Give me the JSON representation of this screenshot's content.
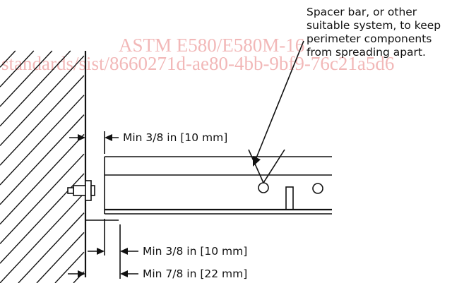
{
  "watermark": {
    "line1": "ASTM E580/E580M-16",
    "line2": "standards/sist/8660271d-ae80-4bb-9bf9-76c21a5d6"
  },
  "callout": {
    "line1": "Spacer bar, or other",
    "line2": "suitable system, to keep",
    "line3": "perimeter components",
    "line4": "from spreading apart."
  },
  "dims": {
    "top": "Min 3/8 in [10 mm]",
    "middle": "Min 3/8 in [10 mm]",
    "bottom": "Min 7/8 in [22 mm]"
  },
  "colors": {
    "line": "#111111",
    "watermark": "#f2b8b8",
    "background": "#ffffff"
  }
}
